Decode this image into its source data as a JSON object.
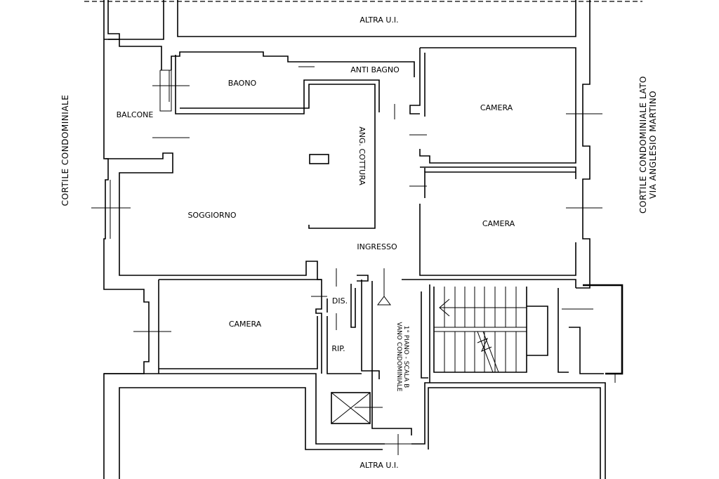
{
  "labels": {
    "altra_ui_top": "ALTRA U.I.",
    "altra_ui_bottom": "ALTRA U.I.",
    "baono": "BAONO",
    "anti_bagno": "ANTI BAGNO",
    "balcone": "BALCONE",
    "camera_top": "CAMERA",
    "camera_mid": "CAMERA",
    "camera_bottom": "CAMERA",
    "ang_cottura": "ANG. COTTURA",
    "soggiorno": "SOGGIORNO",
    "ingresso": "INGRESSO",
    "dis": "DIS.",
    "rip": "RIP.",
    "vano_line1": "VANO CONDOMINIALE",
    "vano_line2": "1° PIANO - SCALA B",
    "cortile_left": "CORTILE CONDOMINIALE",
    "cortile_right_line1": "CORTILE CONDOMINIALE LATO",
    "cortile_right_line2": "VIA ANGLESIO MARTINO"
  }
}
